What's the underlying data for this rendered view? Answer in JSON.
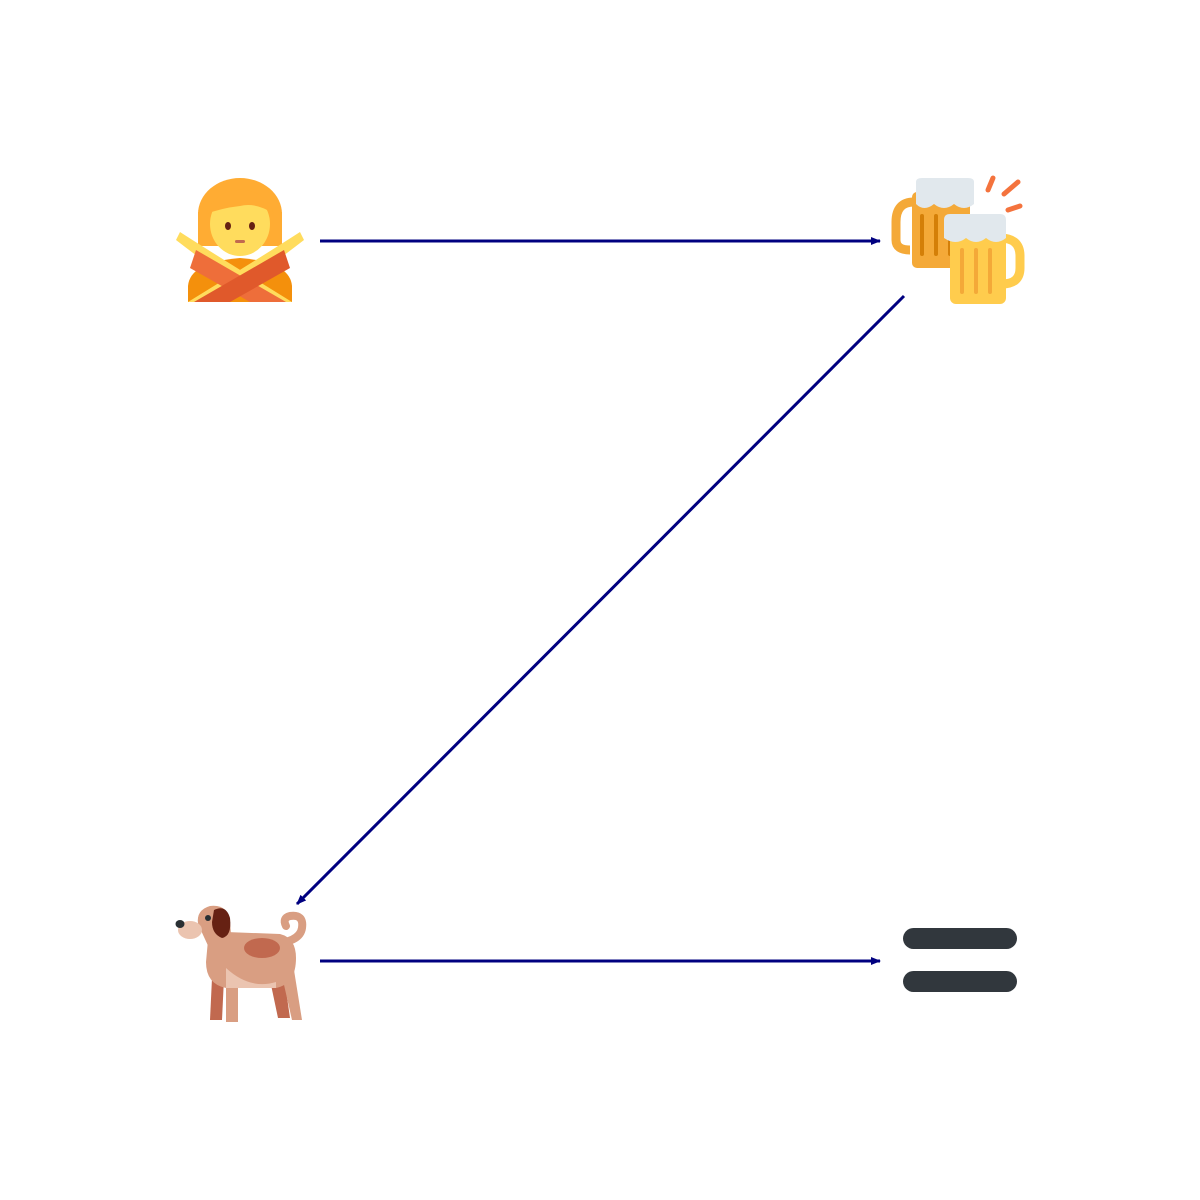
{
  "diagram": {
    "nodes": [
      {
        "id": "person-gesturing-no",
        "icon": "person-gesturing-no-icon"
      },
      {
        "id": "clinking-beer-mugs",
        "icon": "clinking-beer-mugs-icon"
      },
      {
        "id": "dog",
        "icon": "dog-icon"
      },
      {
        "id": "equals-sign",
        "icon": "equals-sign-icon"
      }
    ],
    "edges": [
      {
        "from": "person-gesturing-no",
        "to": "clinking-beer-mugs"
      },
      {
        "from": "clinking-beer-mugs",
        "to": "dog"
      },
      {
        "from": "dog",
        "to": "equals-sign"
      }
    ],
    "colors": {
      "arrow": "#000080",
      "background": "#ffffff",
      "equals": "#31373d"
    }
  }
}
